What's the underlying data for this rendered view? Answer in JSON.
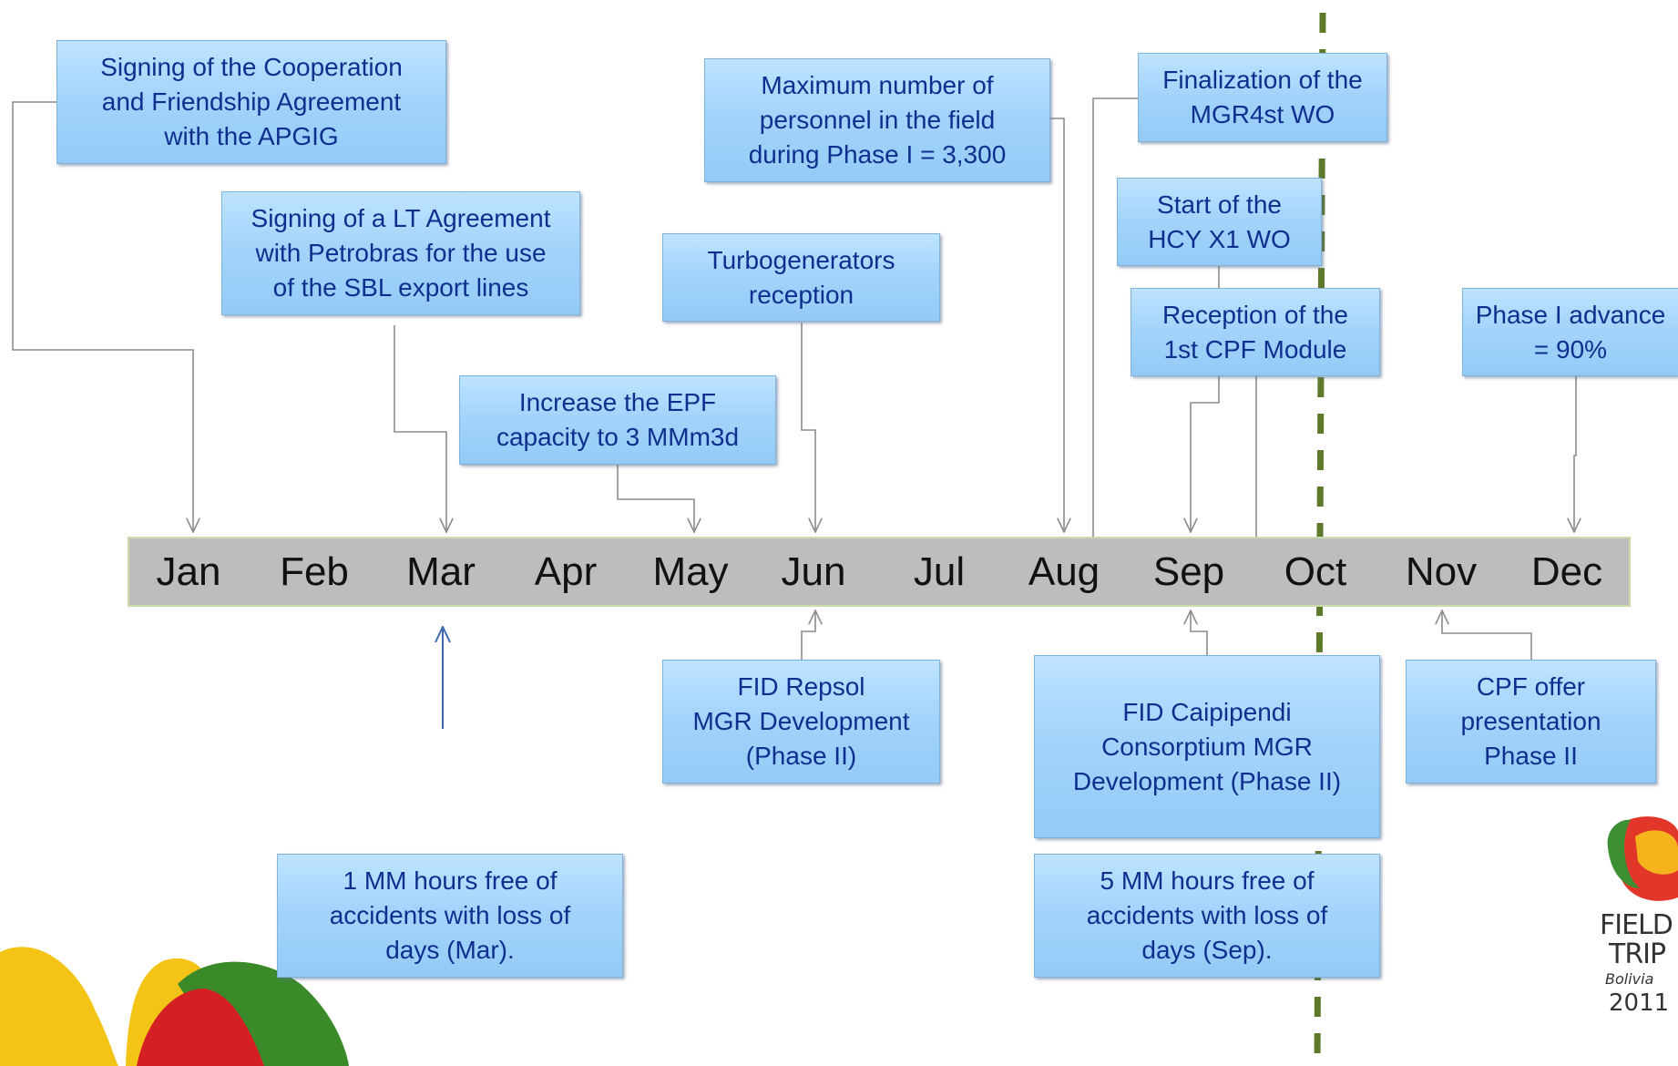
{
  "timeline": {
    "months": [
      "Jan",
      "Feb",
      "Mar",
      "Apr",
      "May",
      "Jun",
      "Jul",
      "Aug",
      "Sep",
      "Oct",
      "Nov",
      "Dec"
    ]
  },
  "events": {
    "cooperation_agreement": "Signing of the Cooperation\nand Friendship  Agreement\nwith  the APGIG",
    "lt_agreement": "Signing of a LT Agreement\nwith  Petrobras for the use\nof the SBL export lines",
    "epf_capacity": "Increase the EPF\ncapacity  to  3 MMm3d",
    "turbogenerators": "Turbogenerators\nreception",
    "max_personnel": "Maximum number of\npersonnel in the field\nduring Phase I = 3,300",
    "mgr4_finalization": "Finalization of the\nMGR4st WO",
    "hcy_start": "Start of the\nHCY X1 WO",
    "cpf_module": "Reception of the\n1st CPF Module",
    "phase1_advance": "Phase I advance\n= 90%",
    "fid_repsol": "FID Repsol\nMGR Development\n(Phase II)",
    "fid_caipipendi": "FID Caipipendi\nConsorptium MGR\nDevelopment (Phase II)",
    "cpf_offer": "CPF offer\npresentation\nPhase II",
    "hours_mar": "1 MM hours free of\naccidents with  loss of\ndays (Mar).",
    "hours_sep": "5 MM hours free of\naccidents with loss of\ndays (Sep)."
  },
  "logo": {
    "text_line1": "FIELD",
    "text_line2": "TRIP",
    "text_line3": "Bolivia",
    "text_line4": "2011"
  },
  "colors": {
    "box_fill": "#a3d4fb",
    "box_text": "#0f2f8f",
    "axis_fill": "#bdbdbd",
    "today_line": "#5d7a2a",
    "connector": "#8c8c8c",
    "highlight_arrow": "#3c6bb0"
  }
}
